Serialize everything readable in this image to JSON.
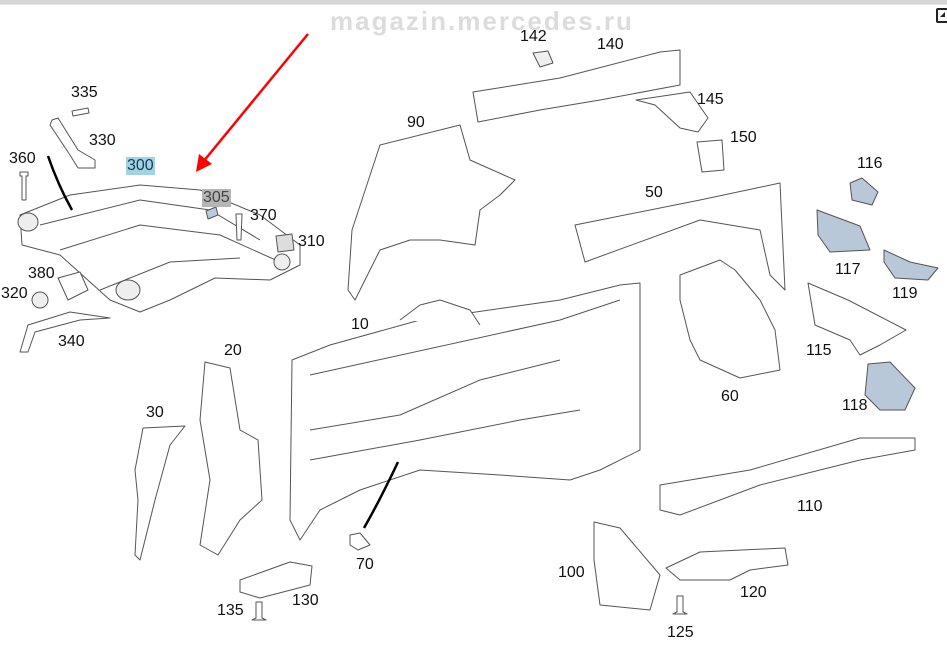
{
  "watermark": "magazin.mercedes.ru",
  "toolbar": {
    "expand_icon": "expand-icon"
  },
  "annotation": {
    "arrow_color": "#ff0000",
    "target_label": "300"
  },
  "highlight_colors": {
    "selected": "#9fd4e6",
    "secondary": "#b5b5b5"
  },
  "labels": {
    "p335": "335",
    "p330": "330",
    "p360": "360",
    "p300": "300",
    "p305": "305",
    "p370": "370",
    "p310": "310",
    "p380": "380",
    "p320": "320",
    "p340": "340",
    "p142": "142",
    "p140": "140",
    "p145": "145",
    "p150": "150",
    "p90": "90",
    "p50": "50",
    "p116": "116",
    "p117": "117",
    "p119": "119",
    "p115": "115",
    "p118": "118",
    "p10": "10",
    "p60": "60",
    "p20": "20",
    "p30": "30",
    "p70": "70",
    "p110": "110",
    "p100": "100",
    "p120": "120",
    "p125": "125",
    "p130": "130",
    "p135": "135"
  }
}
